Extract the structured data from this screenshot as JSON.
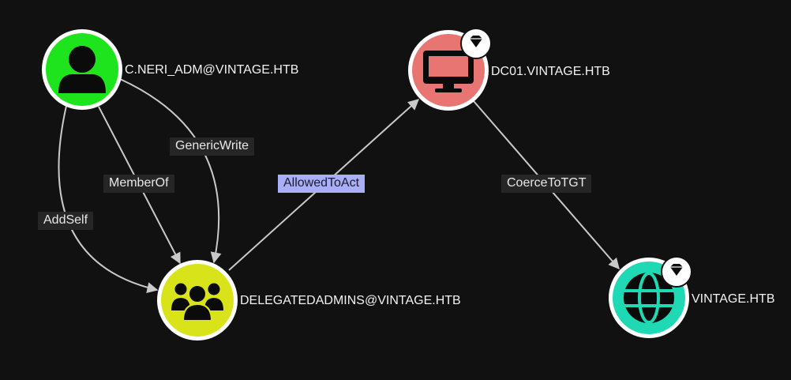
{
  "colors": {
    "background": "#111112",
    "edge": "#c9c9c9",
    "user_node": "#1ee41e",
    "group_node": "#d8e31a",
    "computer_node": "#e87572",
    "domain_node": "#1ed9b4",
    "active_edge_label": "#a8aef8"
  },
  "nodes": {
    "user": {
      "label": "C.NERI_ADM@VINTAGE.HTB",
      "icon": "user-icon",
      "tier_zero": false
    },
    "group": {
      "label": "DELEGATEDADMINS@VINTAGE.HTB",
      "icon": "users-icon",
      "tier_zero": false
    },
    "computer": {
      "label": "DC01.VINTAGE.HTB",
      "icon": "monitor-icon",
      "tier_zero": true,
      "badge_icon": "gem-icon"
    },
    "domain": {
      "label": "VINTAGE.HTB",
      "icon": "globe-icon",
      "tier_zero": true,
      "badge_icon": "gem-icon"
    }
  },
  "edges": {
    "genericwrite": {
      "label": "GenericWrite",
      "from": "user",
      "to": "group"
    },
    "memberof": {
      "label": "MemberOf",
      "from": "user",
      "to": "group"
    },
    "addself": {
      "label": "AddSelf",
      "from": "user",
      "to": "group"
    },
    "allowedtoact": {
      "label": "AllowedToAct",
      "from": "group",
      "to": "computer",
      "selected": true
    },
    "coercetotgt": {
      "label": "CoerceToTGT",
      "from": "computer",
      "to": "domain"
    }
  }
}
